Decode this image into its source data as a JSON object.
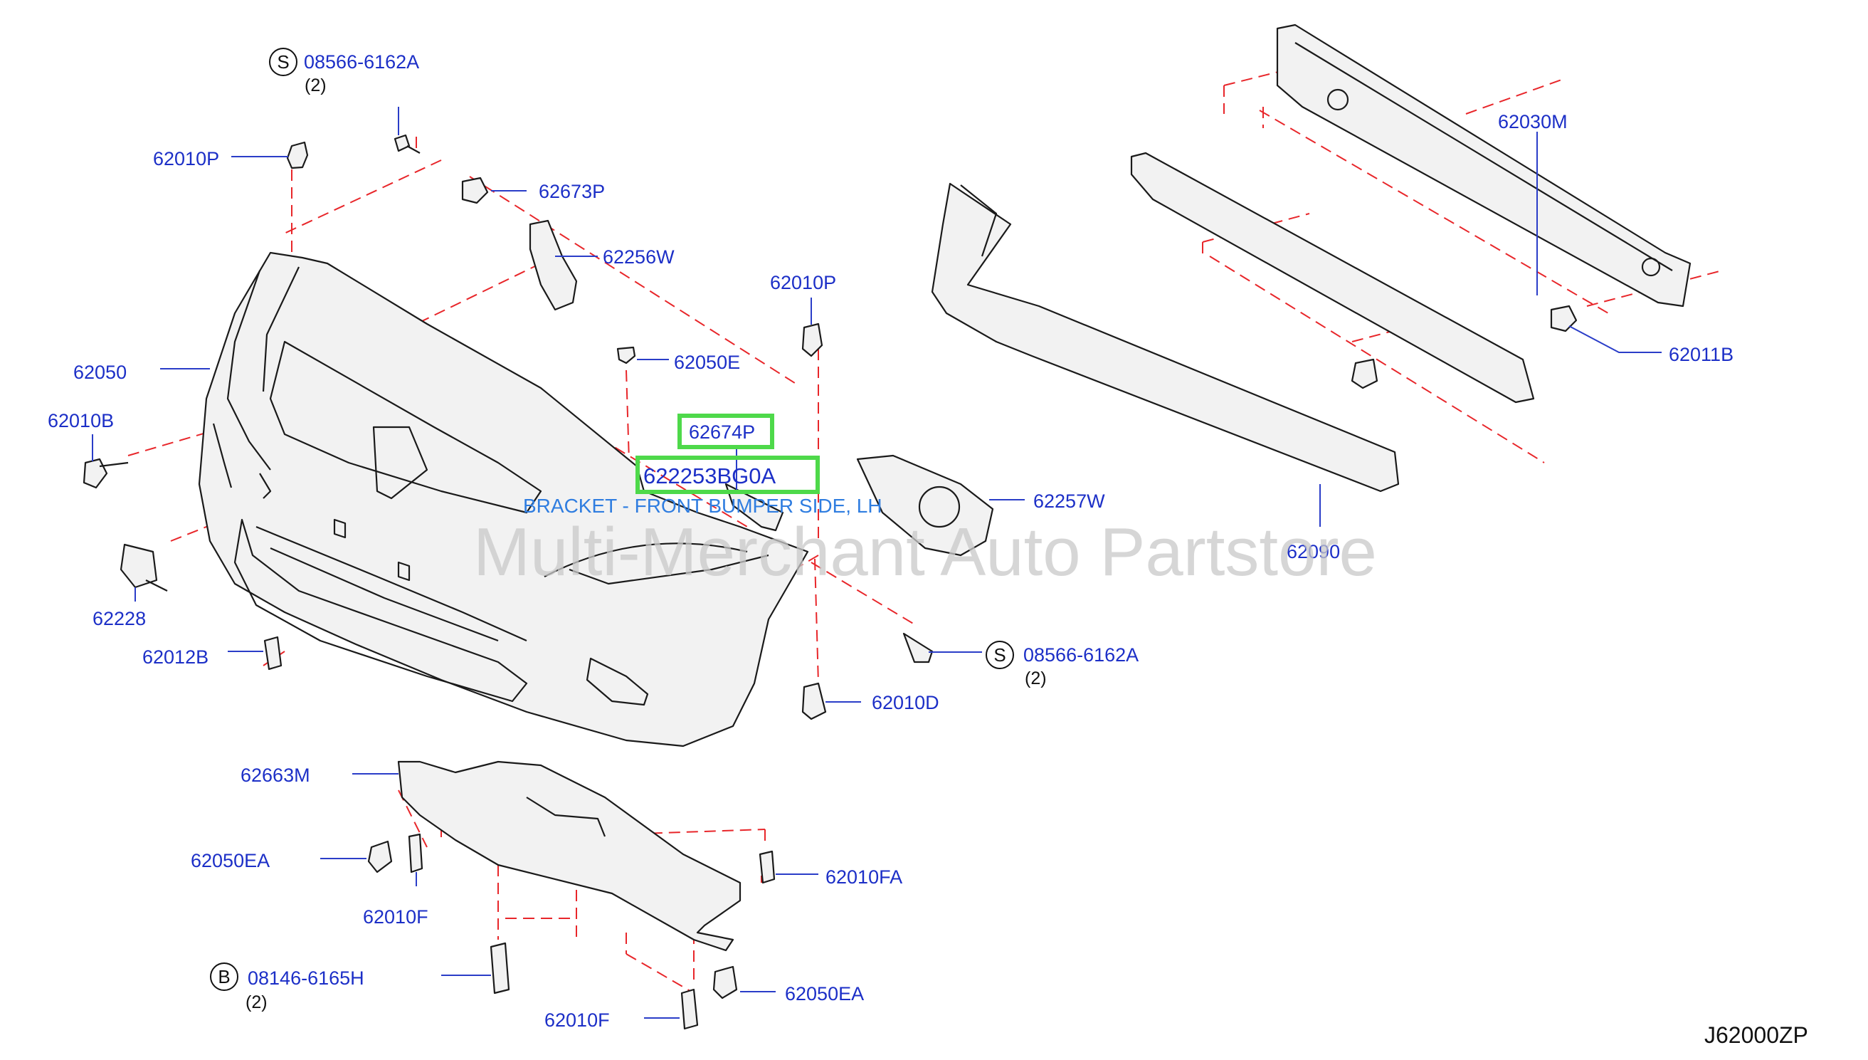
{
  "diagram": {
    "labels": {
      "l_62010P_a": "62010P",
      "l_08566_a": "08566-6162A",
      "l_08566_a_qty": "(2)",
      "l_62673P": "62673P",
      "l_62256W": "62256W",
      "l_62050": "62050",
      "l_62010B": "62010B",
      "l_62010P_b": "62010P",
      "l_62050E": "62050E",
      "l_62674P": "62674P",
      "l_62225": "622253BG0A",
      "l_62257W": "62257W",
      "l_62228": "62228",
      "l_62012B": "62012B",
      "l_08566_b": "08566-6162A",
      "l_08566_b_qty": "(2)",
      "l_62010D": "62010D",
      "l_62030M": "62030M",
      "l_62011B": "62011B",
      "l_62090": "62090",
      "l_62663M": "62663M",
      "l_62050EA_a": "62050EA",
      "l_62010F_a": "62010F",
      "l_62010FA": "62010FA",
      "l_08146": "08146-6165H",
      "l_08146_qty": "(2)",
      "l_62050EA_b": "62050EA",
      "l_62010F_b": "62010F"
    },
    "badges": {
      "b1": "S",
      "b2": "S",
      "b3": "B"
    },
    "highlighted_description": "BRACKET - FRONT BUMPER SIDE, LH",
    "watermark": "Multi-Merchant Auto Partstore",
    "diagram_code": "J62000ZP",
    "colors": {
      "label": "#1c2fc7",
      "dashed_line": "#e8262a",
      "highlight": "#4ed94a",
      "description": "#2f7de0"
    }
  }
}
